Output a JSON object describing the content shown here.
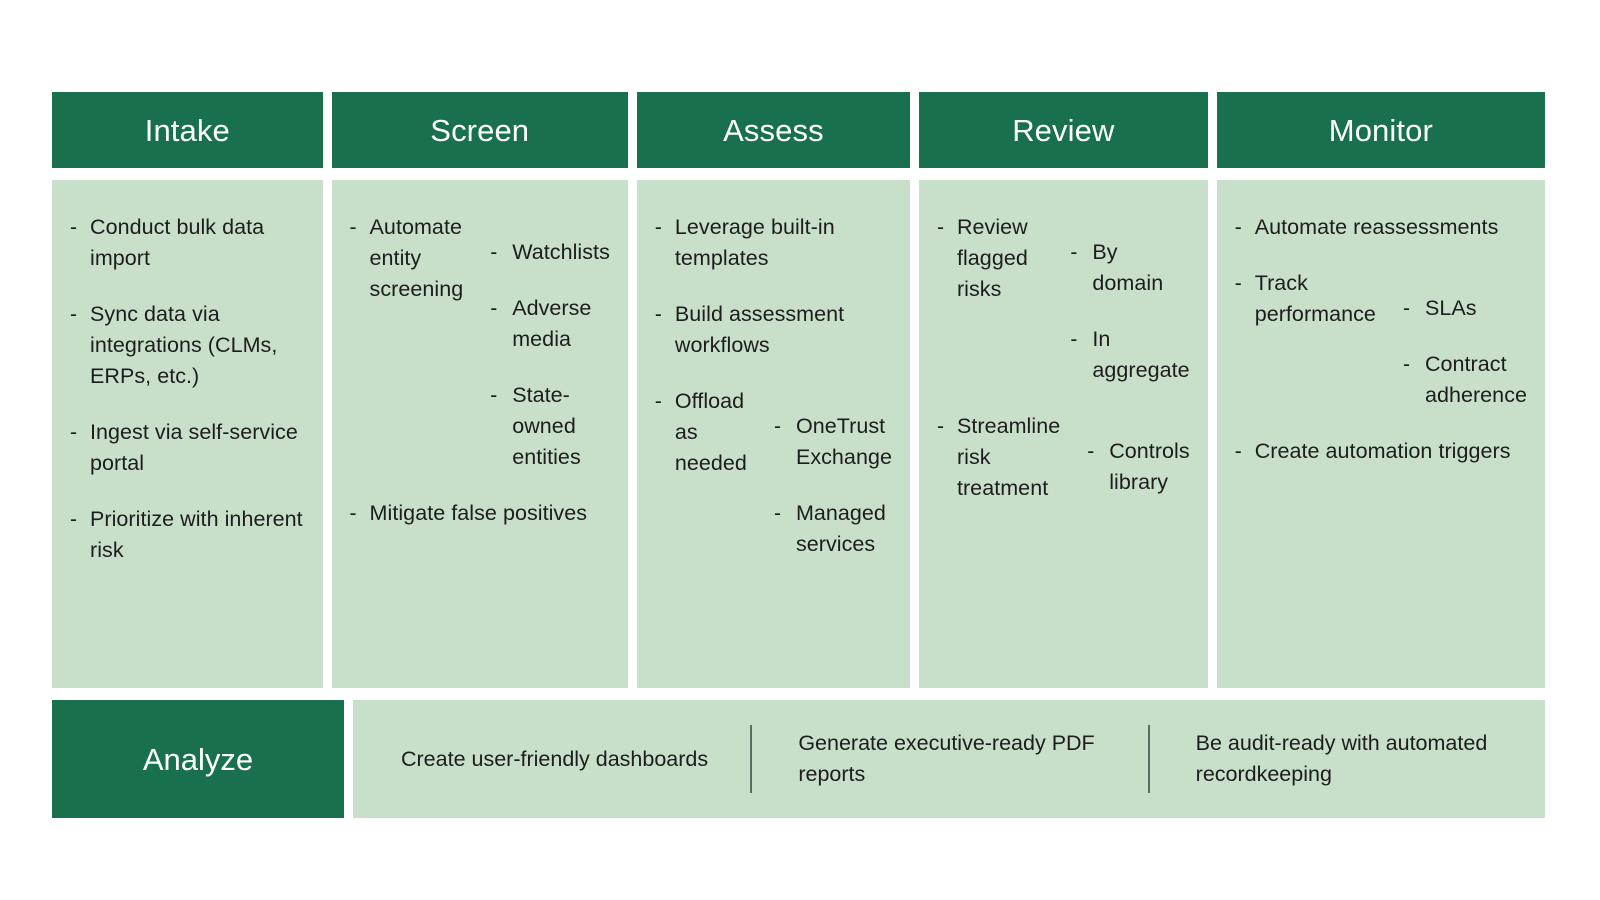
{
  "colors": {
    "dark_green": "#18714c",
    "light_green": "#c8dfc9",
    "text": "#1d1d1d",
    "divider": "#5c6b60",
    "header_text": "#ffffff"
  },
  "stages": [
    {
      "title": "Intake",
      "items": [
        {
          "text": "Conduct bulk data import",
          "children": []
        },
        {
          "text": "Sync data via integrations (CLMs, ERPs, etc.)",
          "children": []
        },
        {
          "text": "Ingest via self-service portal",
          "children": []
        },
        {
          "text": "Prioritize with inherent risk",
          "children": []
        }
      ]
    },
    {
      "title": "Screen",
      "items": [
        {
          "text": "Automate entity screening",
          "children": [
            "Watchlists",
            "Adverse media",
            "State-owned entities"
          ]
        },
        {
          "text": "Mitigate false positives",
          "children": []
        }
      ]
    },
    {
      "title": "Assess",
      "items": [
        {
          "text": "Leverage built-in templates",
          "children": []
        },
        {
          "text": "Build assessment workflows",
          "children": []
        },
        {
          "text": "Offload as needed",
          "children": [
            "OneTrust Exchange",
            "Managed services"
          ]
        }
      ]
    },
    {
      "title": "Review",
      "items": [
        {
          "text": "Review flagged risks",
          "children": [
            "By domain",
            "In aggregate"
          ]
        },
        {
          "text": "Streamline risk treatment",
          "children": [
            "Controls library"
          ]
        }
      ]
    },
    {
      "title": "Monitor",
      "items": [
        {
          "text": "Automate reassessments",
          "children": []
        },
        {
          "text": "Track performance",
          "children": [
            "SLAs",
            "Contract adherence"
          ]
        },
        {
          "text": "Create automation triggers",
          "children": []
        }
      ]
    }
  ],
  "analyze": {
    "title": "Analyze",
    "items": [
      "Create user-friendly dashboards",
      "Generate executive-ready PDF reports",
      "Be audit-ready with automated recordkeeping"
    ]
  },
  "bullet_marker": "-"
}
